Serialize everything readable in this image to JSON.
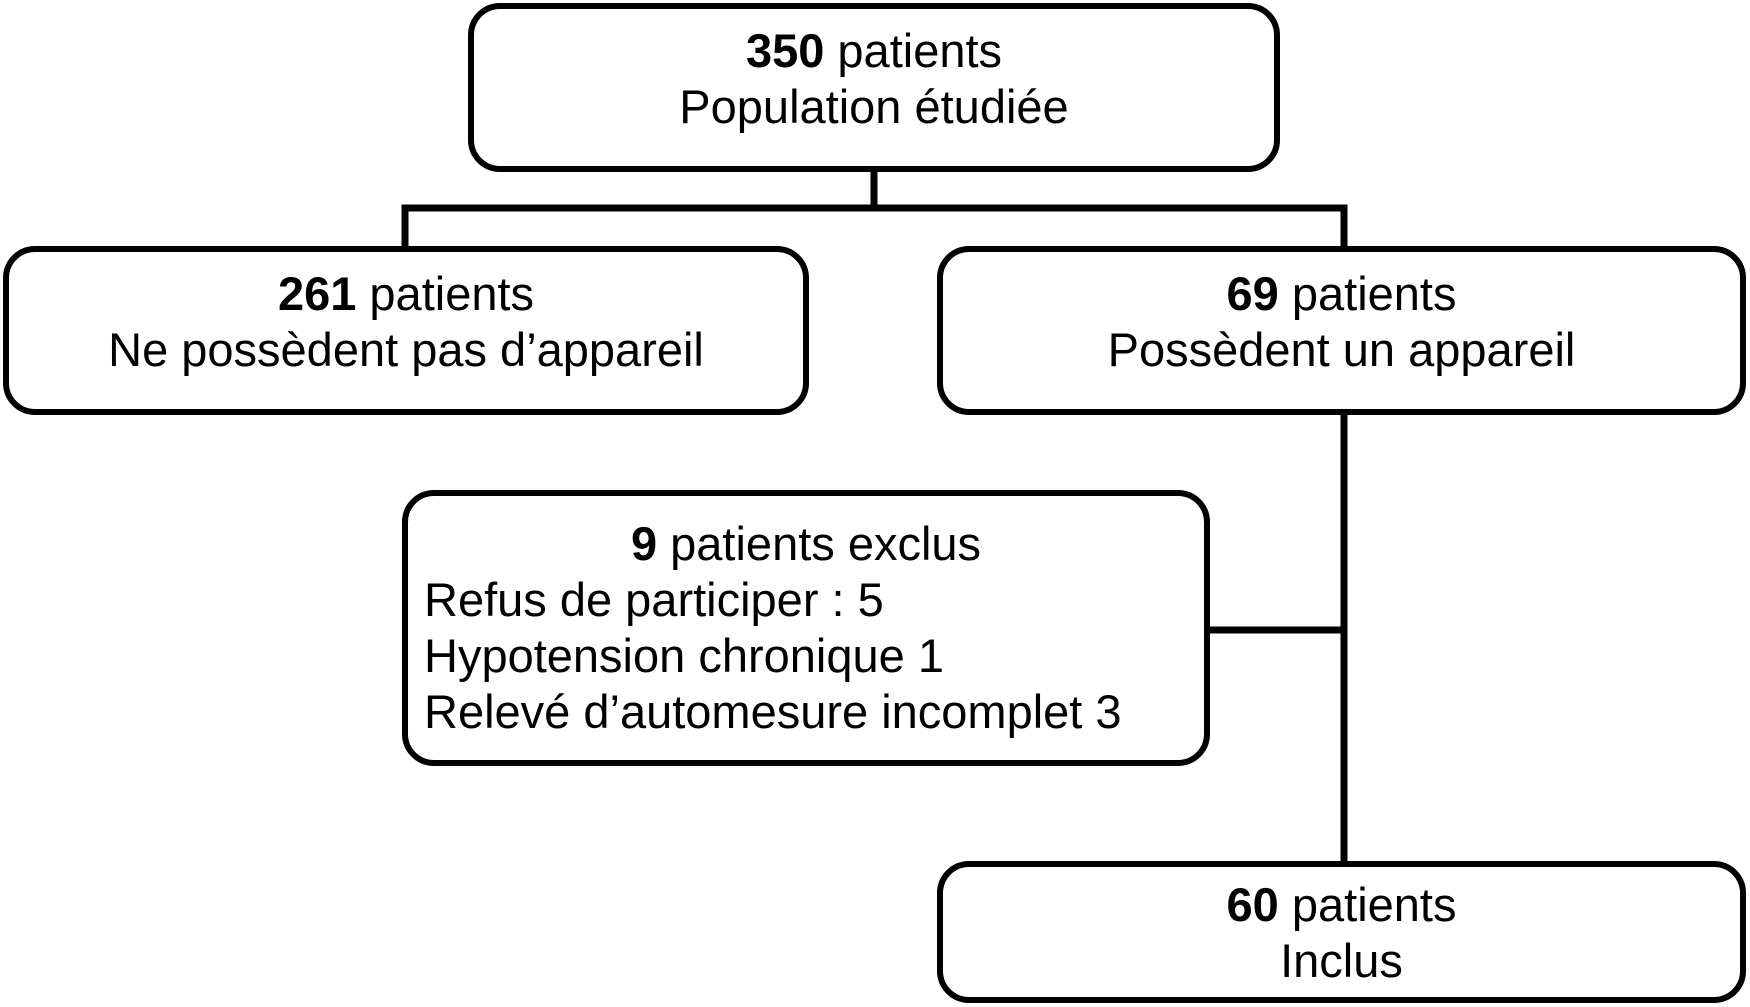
{
  "flowchart": {
    "population": {
      "count": "350",
      "count_suffix": " patients",
      "label": "Population étudiée"
    },
    "no_device": {
      "count": "261",
      "count_suffix": " patients",
      "label": "Ne possèdent pas d’appareil"
    },
    "device": {
      "count": "69",
      "count_suffix": " patients",
      "label": "Possèdent un appareil"
    },
    "excluded": {
      "count": "9",
      "count_suffix": " patients exclus",
      "reasons": [
        "Refus de participer : 5",
        "Hypotension chronique 1",
        "Relevé d’automesure incomplet 3"
      ]
    },
    "included": {
      "count": "60",
      "count_suffix": " patients",
      "label": "Inclus"
    }
  },
  "colors": {
    "stroke": "#000000",
    "background": "#ffffff"
  }
}
